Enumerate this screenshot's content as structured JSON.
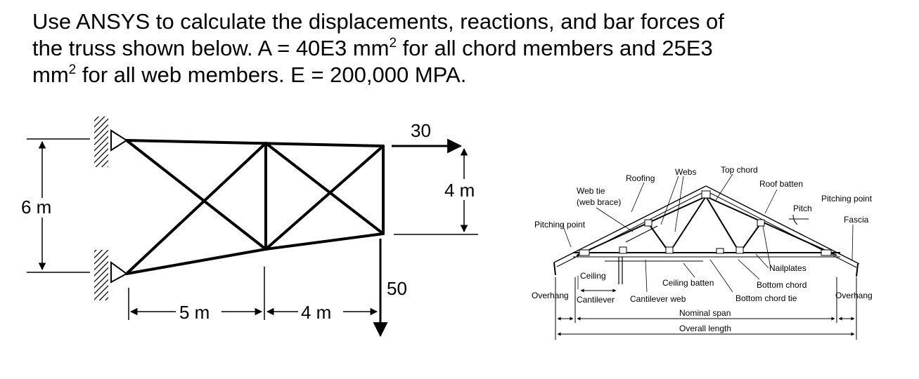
{
  "problem": {
    "line1": "Use ANSYS to calculate the displacements, reactions, and bar forces of",
    "line2": "the truss shown below.  A = 40E3 mm",
    "line2_sup": "2",
    "line2_rest": " for all chord members and 25E3",
    "line3_a": "mm",
    "line3_sup": "2",
    "line3_rest": " for all web members.  E = 200,000 MPA."
  },
  "truss": {
    "load_horizontal": "30",
    "load_vertical": "50",
    "height_left": "6 m",
    "height_right": "4 m",
    "span_left": "5 m",
    "span_right": "4 m"
  },
  "roof_diagram": {
    "labels": {
      "webs": "Webs",
      "top_chord": "Top chord",
      "roofing": "Roofing",
      "roof_batten": "Roof batten",
      "web_tie": "Web tie",
      "web_brace": "(web brace)",
      "pitching_point_right": "Pitching point",
      "pitch": "Pitch",
      "fascia": "Fascia",
      "pitching_point_left": "Pitching point",
      "nailplates": "Nailplates",
      "ceiling": "Ceiling",
      "ceiling_batten": "Ceiling batten",
      "bottom_chord": "Bottom chord",
      "overhang_left": "Overhang",
      "cantilever": "Cantilever",
      "cantilever_web": "Cantilever web",
      "bottom_chord_tie": "Bottom chord tie",
      "overhang_right": "Overhang",
      "nominal_span": "Nominal span",
      "overall_length": "Overall length"
    }
  }
}
